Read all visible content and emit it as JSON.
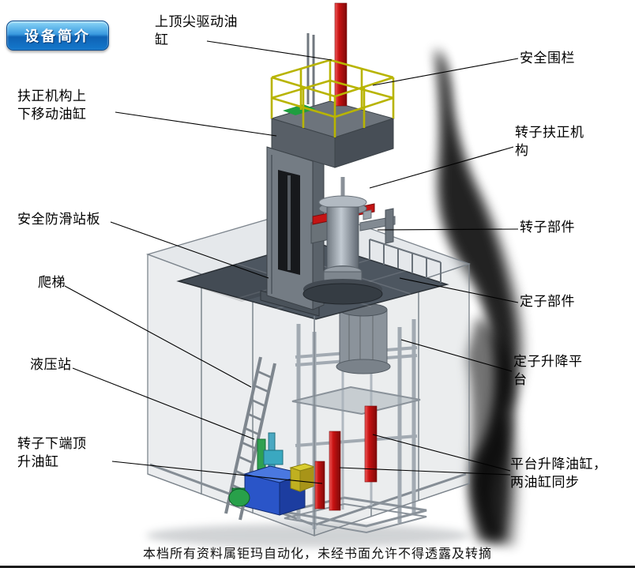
{
  "badge": {
    "label": "设备简介"
  },
  "callouts": {
    "top_drive_cylinder": "上顶尖驱动油\n缸",
    "safety_fence": "安全围栏",
    "centering_updown_cylinder": "扶正机构上\n下移动油缸",
    "rotor_centering_mechanism": "转子扶正机\n构",
    "anti_slip_platform": "安全防滑站板",
    "rotor_parts": "转子部件",
    "ladder": "爬梯",
    "stator_parts": "定子部件",
    "hydraulic_station": "液压站",
    "stator_lift_platform": "定子升降平\n台",
    "rotor_bottom_jack_cylinder": "转子下端顶\n升油缸",
    "platform_lift_cylinders": "平台升降油缸，\n两油缸同步"
  },
  "footer": {
    "text": "本档所有资料属钜玛自动化，未经书面允许不得透露及转摘"
  },
  "colors": {
    "badge_blue": "#1478cc",
    "cylinder_red": "#c81212",
    "railing_yellow": "#b8b400",
    "hydraulic_blue": "#2a55c8",
    "motor_green": "#28a04a",
    "deck_slate": "#4d5660"
  }
}
